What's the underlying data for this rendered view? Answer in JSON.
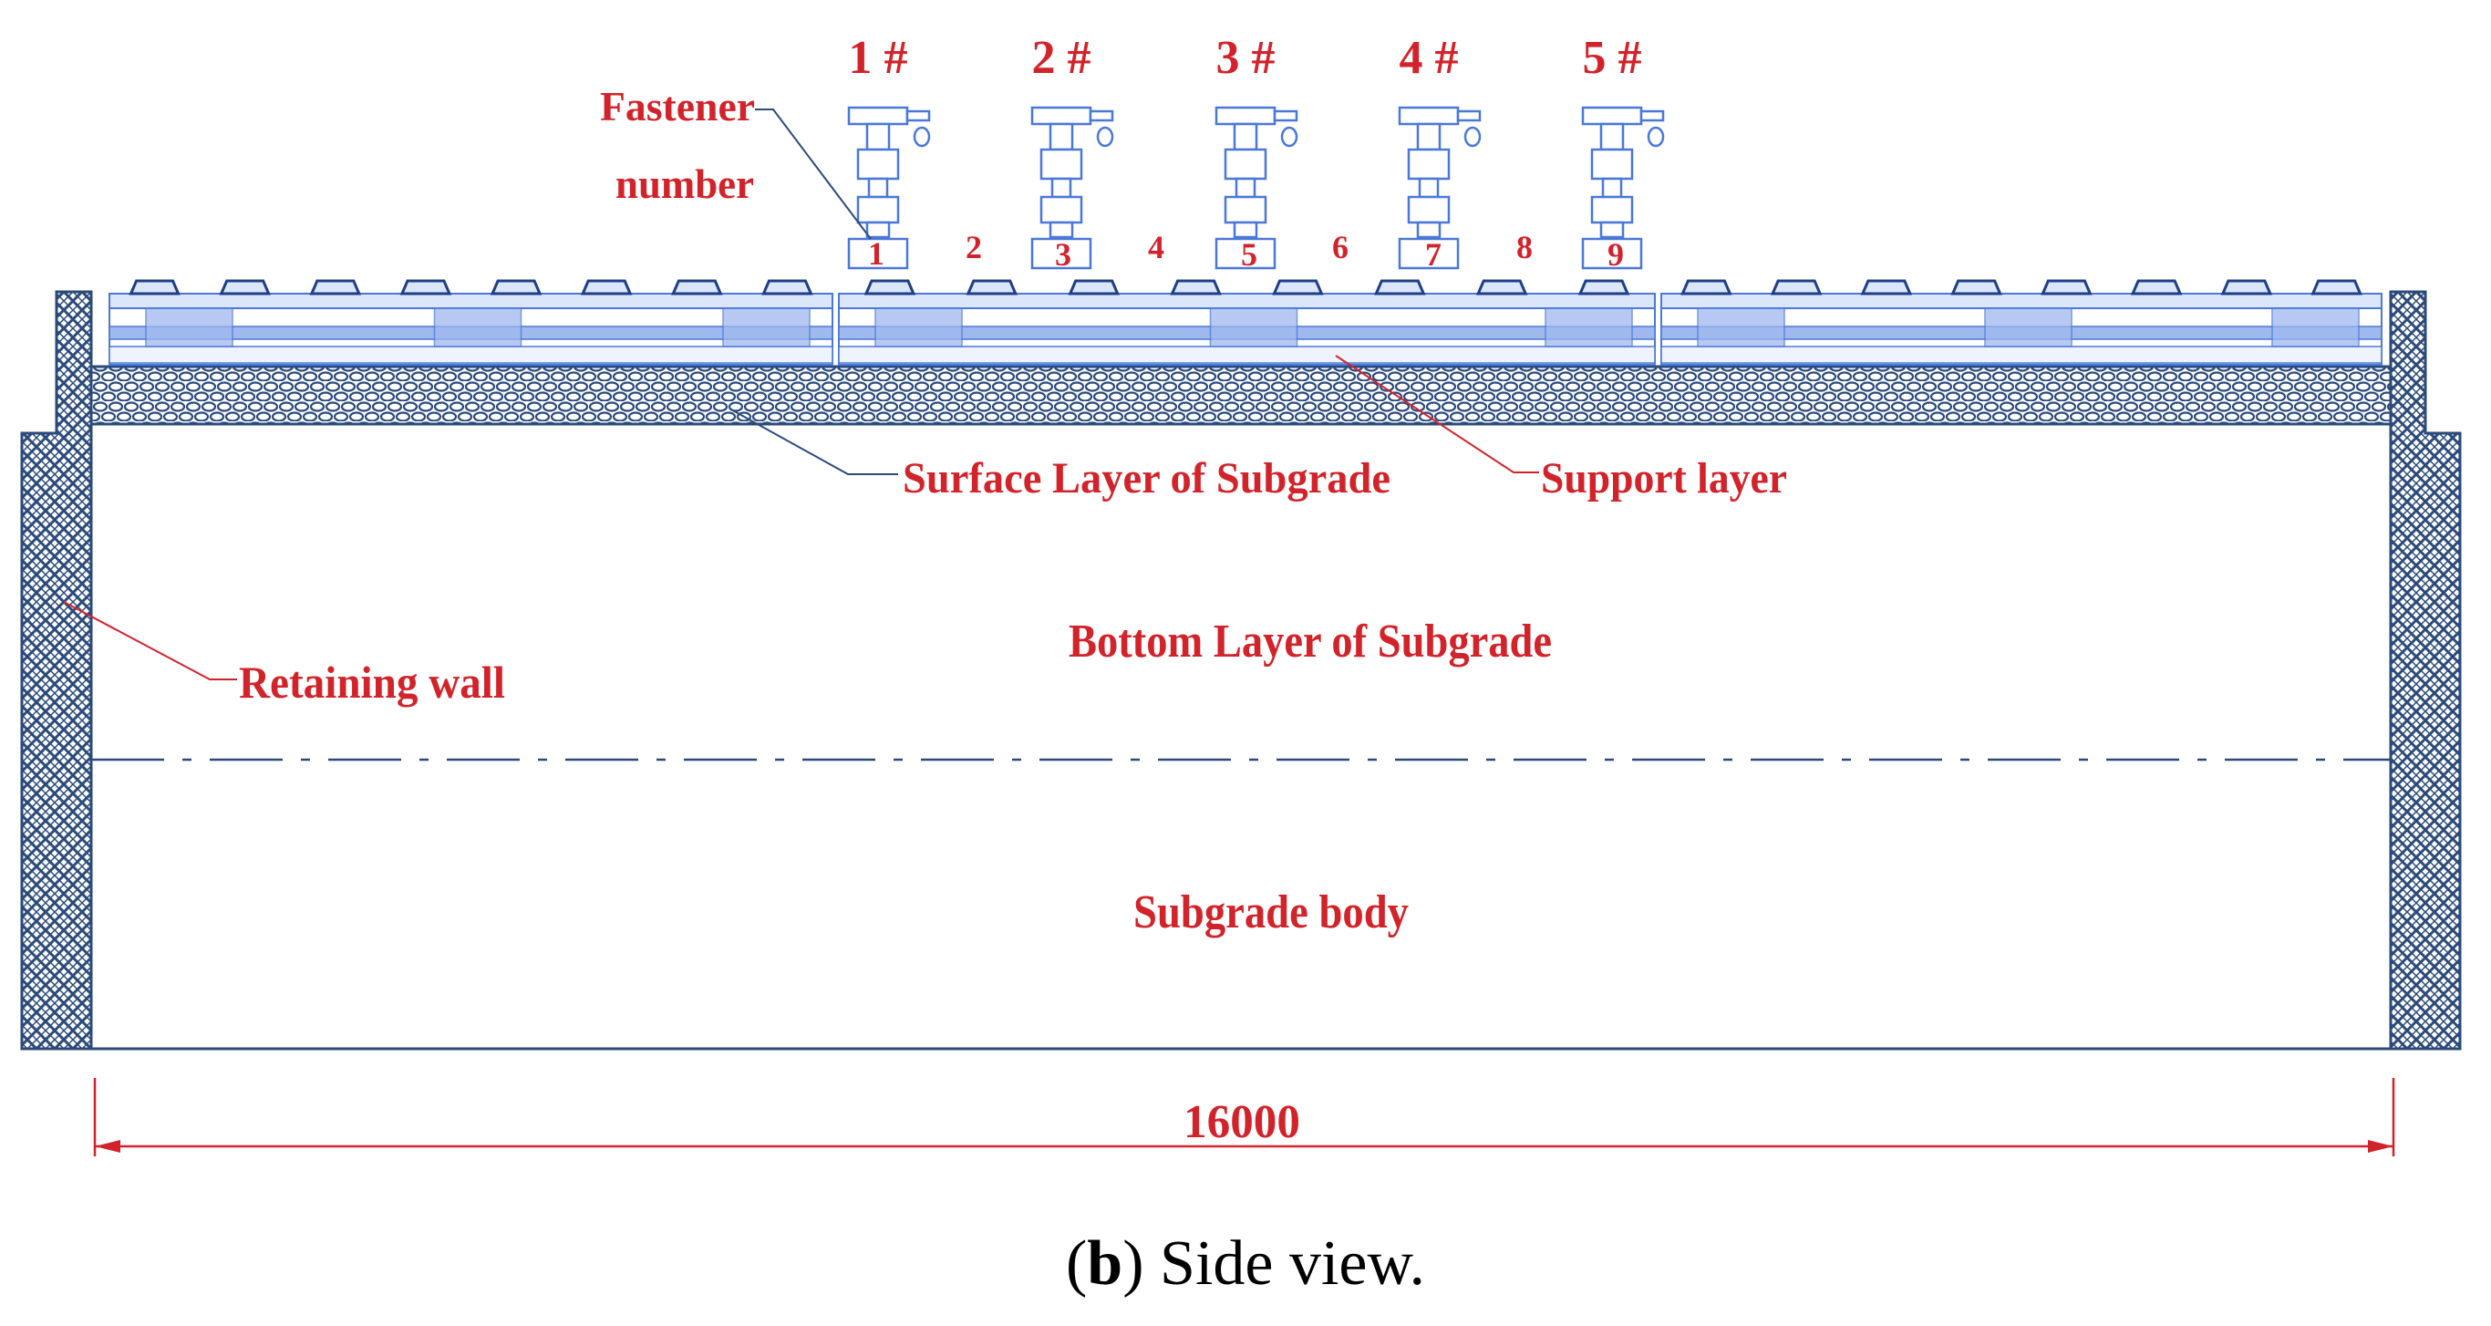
{
  "colors": {
    "label": "#d2232a",
    "line": "#2b4a7a",
    "track": "#4a78d8",
    "track_fill": "#9fb8ee",
    "gravel": "#2b4a7a"
  },
  "labels": {
    "fastener_line1": "Fastener",
    "fastener_line2": "number",
    "surface_layer": "Surface Layer of Subgrade",
    "support_layer": "Support layer",
    "bottom_layer": "Bottom Layer of Subgrade",
    "retaining_wall": "Retaining wall",
    "subgrade_body": "Subgrade body"
  },
  "actuators": [
    "1 #",
    "2 #",
    "3 #",
    "4 #",
    "5 #"
  ],
  "fastener_numbers": [
    "1",
    "2",
    "3",
    "4",
    "5",
    "6",
    "7",
    "8",
    "9"
  ],
  "dimension": "16000",
  "caption": {
    "letter": "b",
    "open": "(",
    "close": ")",
    "text": " Side view."
  }
}
